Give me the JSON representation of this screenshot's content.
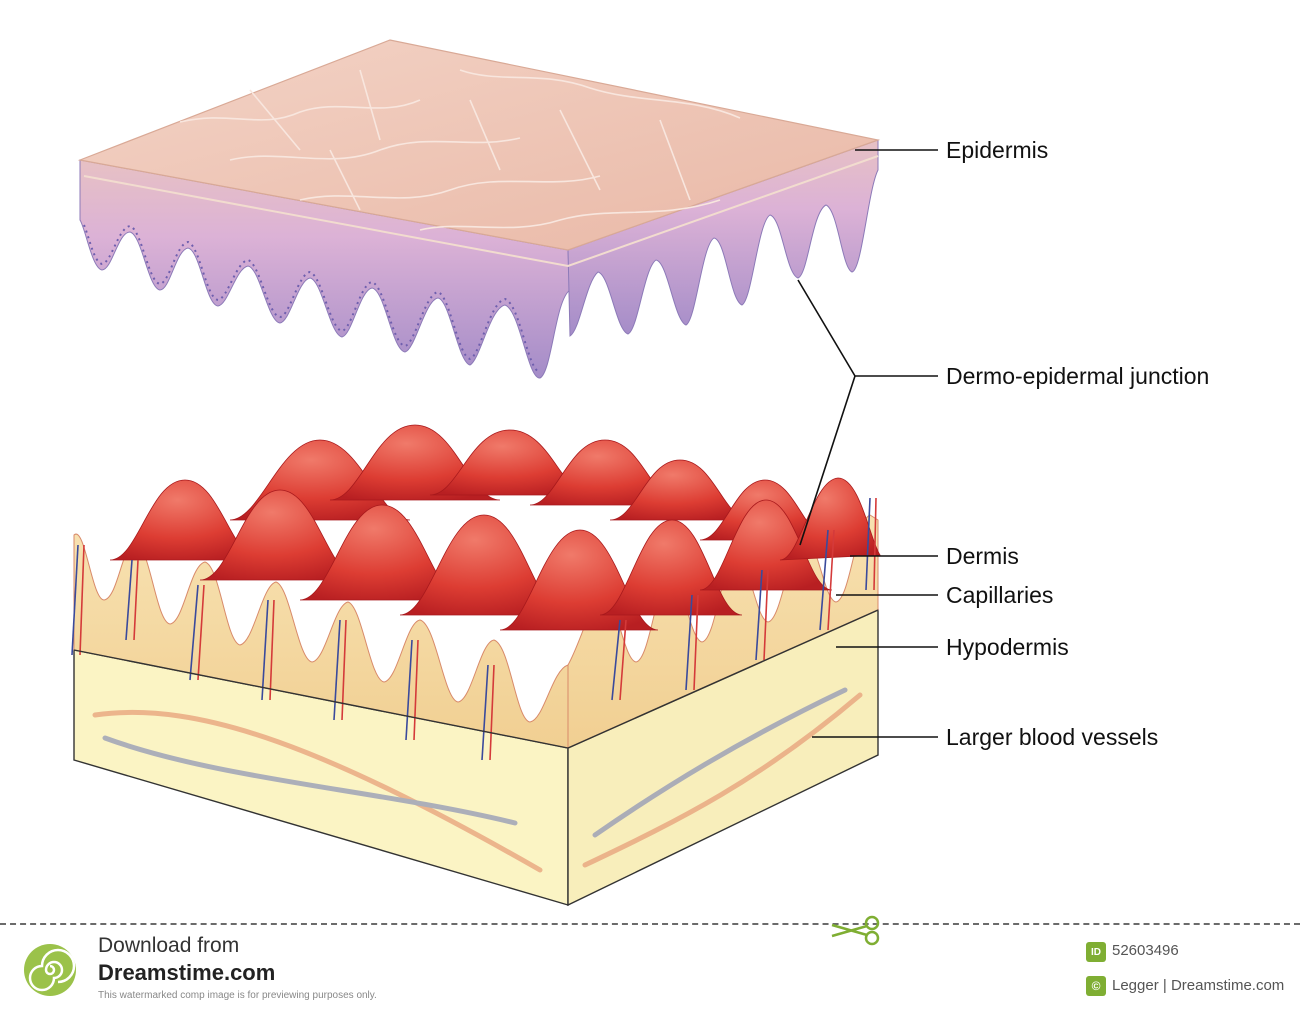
{
  "diagram": {
    "labels": {
      "epidermis": "Epidermis",
      "junction": "Dermo-epidermal junction",
      "dermis": "Dermis",
      "capillaries": "Capillaries",
      "hypodermis": "Hypodermis",
      "vessels": "Larger blood vessels"
    },
    "colors": {
      "epidermis_top": "#efc8b8",
      "epidermis_side": "#c69bcf",
      "epidermis_basal": "#9887c6",
      "dermis_papillae": "#e0493b",
      "dermis_side": "#f6d7a0",
      "hypodermis": "#fbf4c4",
      "artery": "#d43a3a",
      "vein": "#3a4a9c"
    }
  },
  "footer": {
    "download_line1": "Download from",
    "download_line2": "Dreamstime.com",
    "download_notice": "This watermarked comp image is for previewing purposes only.",
    "id_badge": "ID",
    "image_id": "52603496",
    "credit_badge": "©",
    "credit": "Legger | Dreamstime.com",
    "icons": [
      "spiral-logo-icon",
      "scissors-icon"
    ]
  }
}
